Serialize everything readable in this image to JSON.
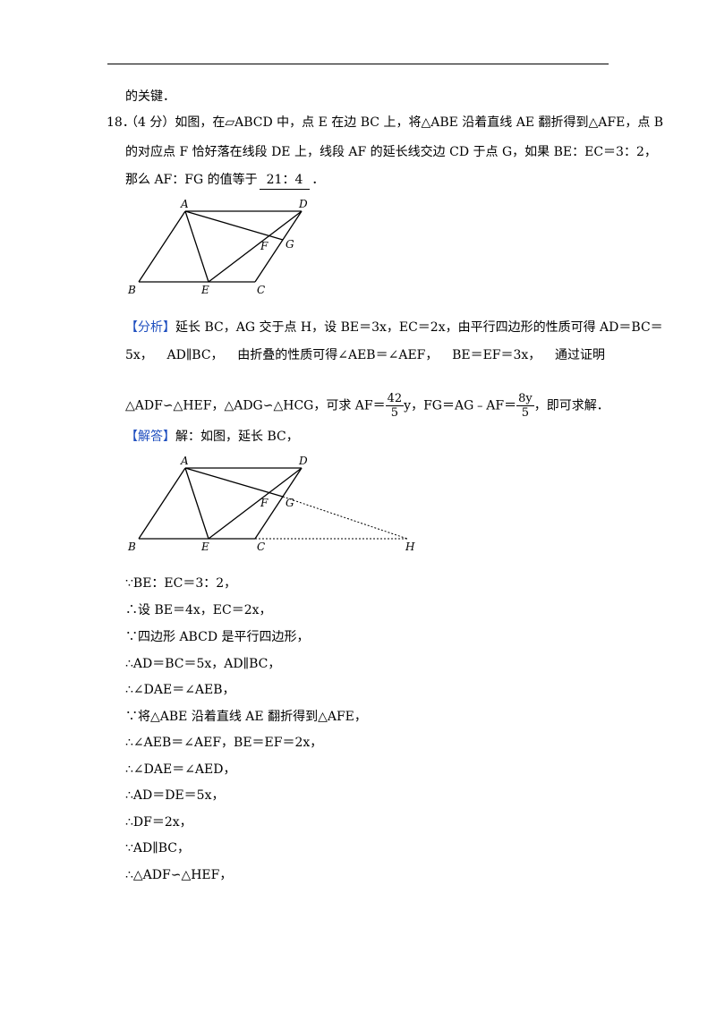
{
  "header_continuation": "的关键．",
  "question": {
    "number": "18．",
    "line1": "（4 分）如图，在▱ABCD 中，点 E 在边 BC 上，将△ABE 沿着直线 AE 翻折得到△AFE，点 B",
    "line2": "的对应点 F 恰好落在线段 DE 上，线段 AF 的延长线交边 CD 于点 G，如果 BE：EC＝3：2，",
    "line3_prefix": "那么 AF：FG 的值等于",
    "answer": "21：4",
    "line3_suffix": "．"
  },
  "figure1": {
    "labels": {
      "A": "A",
      "D": "D",
      "F": "F",
      "G": "G",
      "B": "B",
      "E": "E",
      "C": "C"
    }
  },
  "analysis": {
    "tag": "【分析】",
    "line1": "延长 BC，AG 交于点 H，设 BE＝3x，EC＝2x，由平行四边形的性质可得 AD＝BC＝",
    "line2_parts": [
      "5x，",
      "AD∥BC，",
      "由折叠的性质可得∠AEB＝∠AEF，",
      "BE＝EF＝3x，",
      "通过证明"
    ],
    "line3_prefix": "△ADF∽△HEF，△ADG∽△HCG，可求 AF＝",
    "frac1_num": "42",
    "frac1_den": "5",
    "line3_mid": "y，FG＝AG﹣AF＝",
    "frac2_num": "8y",
    "frac2_den": "5",
    "line3_suffix": "，即可求解．"
  },
  "solution": {
    "tag": "【解答】",
    "intro": "解：如图，延长 BC，",
    "steps": [
      "∵BE：EC＝3：2，",
      "∴设 BE＝4x，EC＝2x，",
      "∵四边形 ABCD 是平行四边形，",
      "∴AD＝BC＝5x，AD∥BC，",
      "∴∠DAE＝∠AEB，",
      "∵将△ABE 沿着直线 AE 翻折得到△AFE，",
      "∴∠AEB＝∠AEF，BE＝EF＝2x，",
      "∴∠DAE＝∠AED，",
      "∴AD＝DE＝5x，",
      "∴DF＝2x，",
      "∵AD∥BC，",
      "∴△ADF∽△HEF，"
    ]
  },
  "figure2": {
    "labels": {
      "A": "A",
      "D": "D",
      "F": "F",
      "G": "G",
      "B": "B",
      "E": "E",
      "C": "C",
      "H": "H"
    }
  }
}
